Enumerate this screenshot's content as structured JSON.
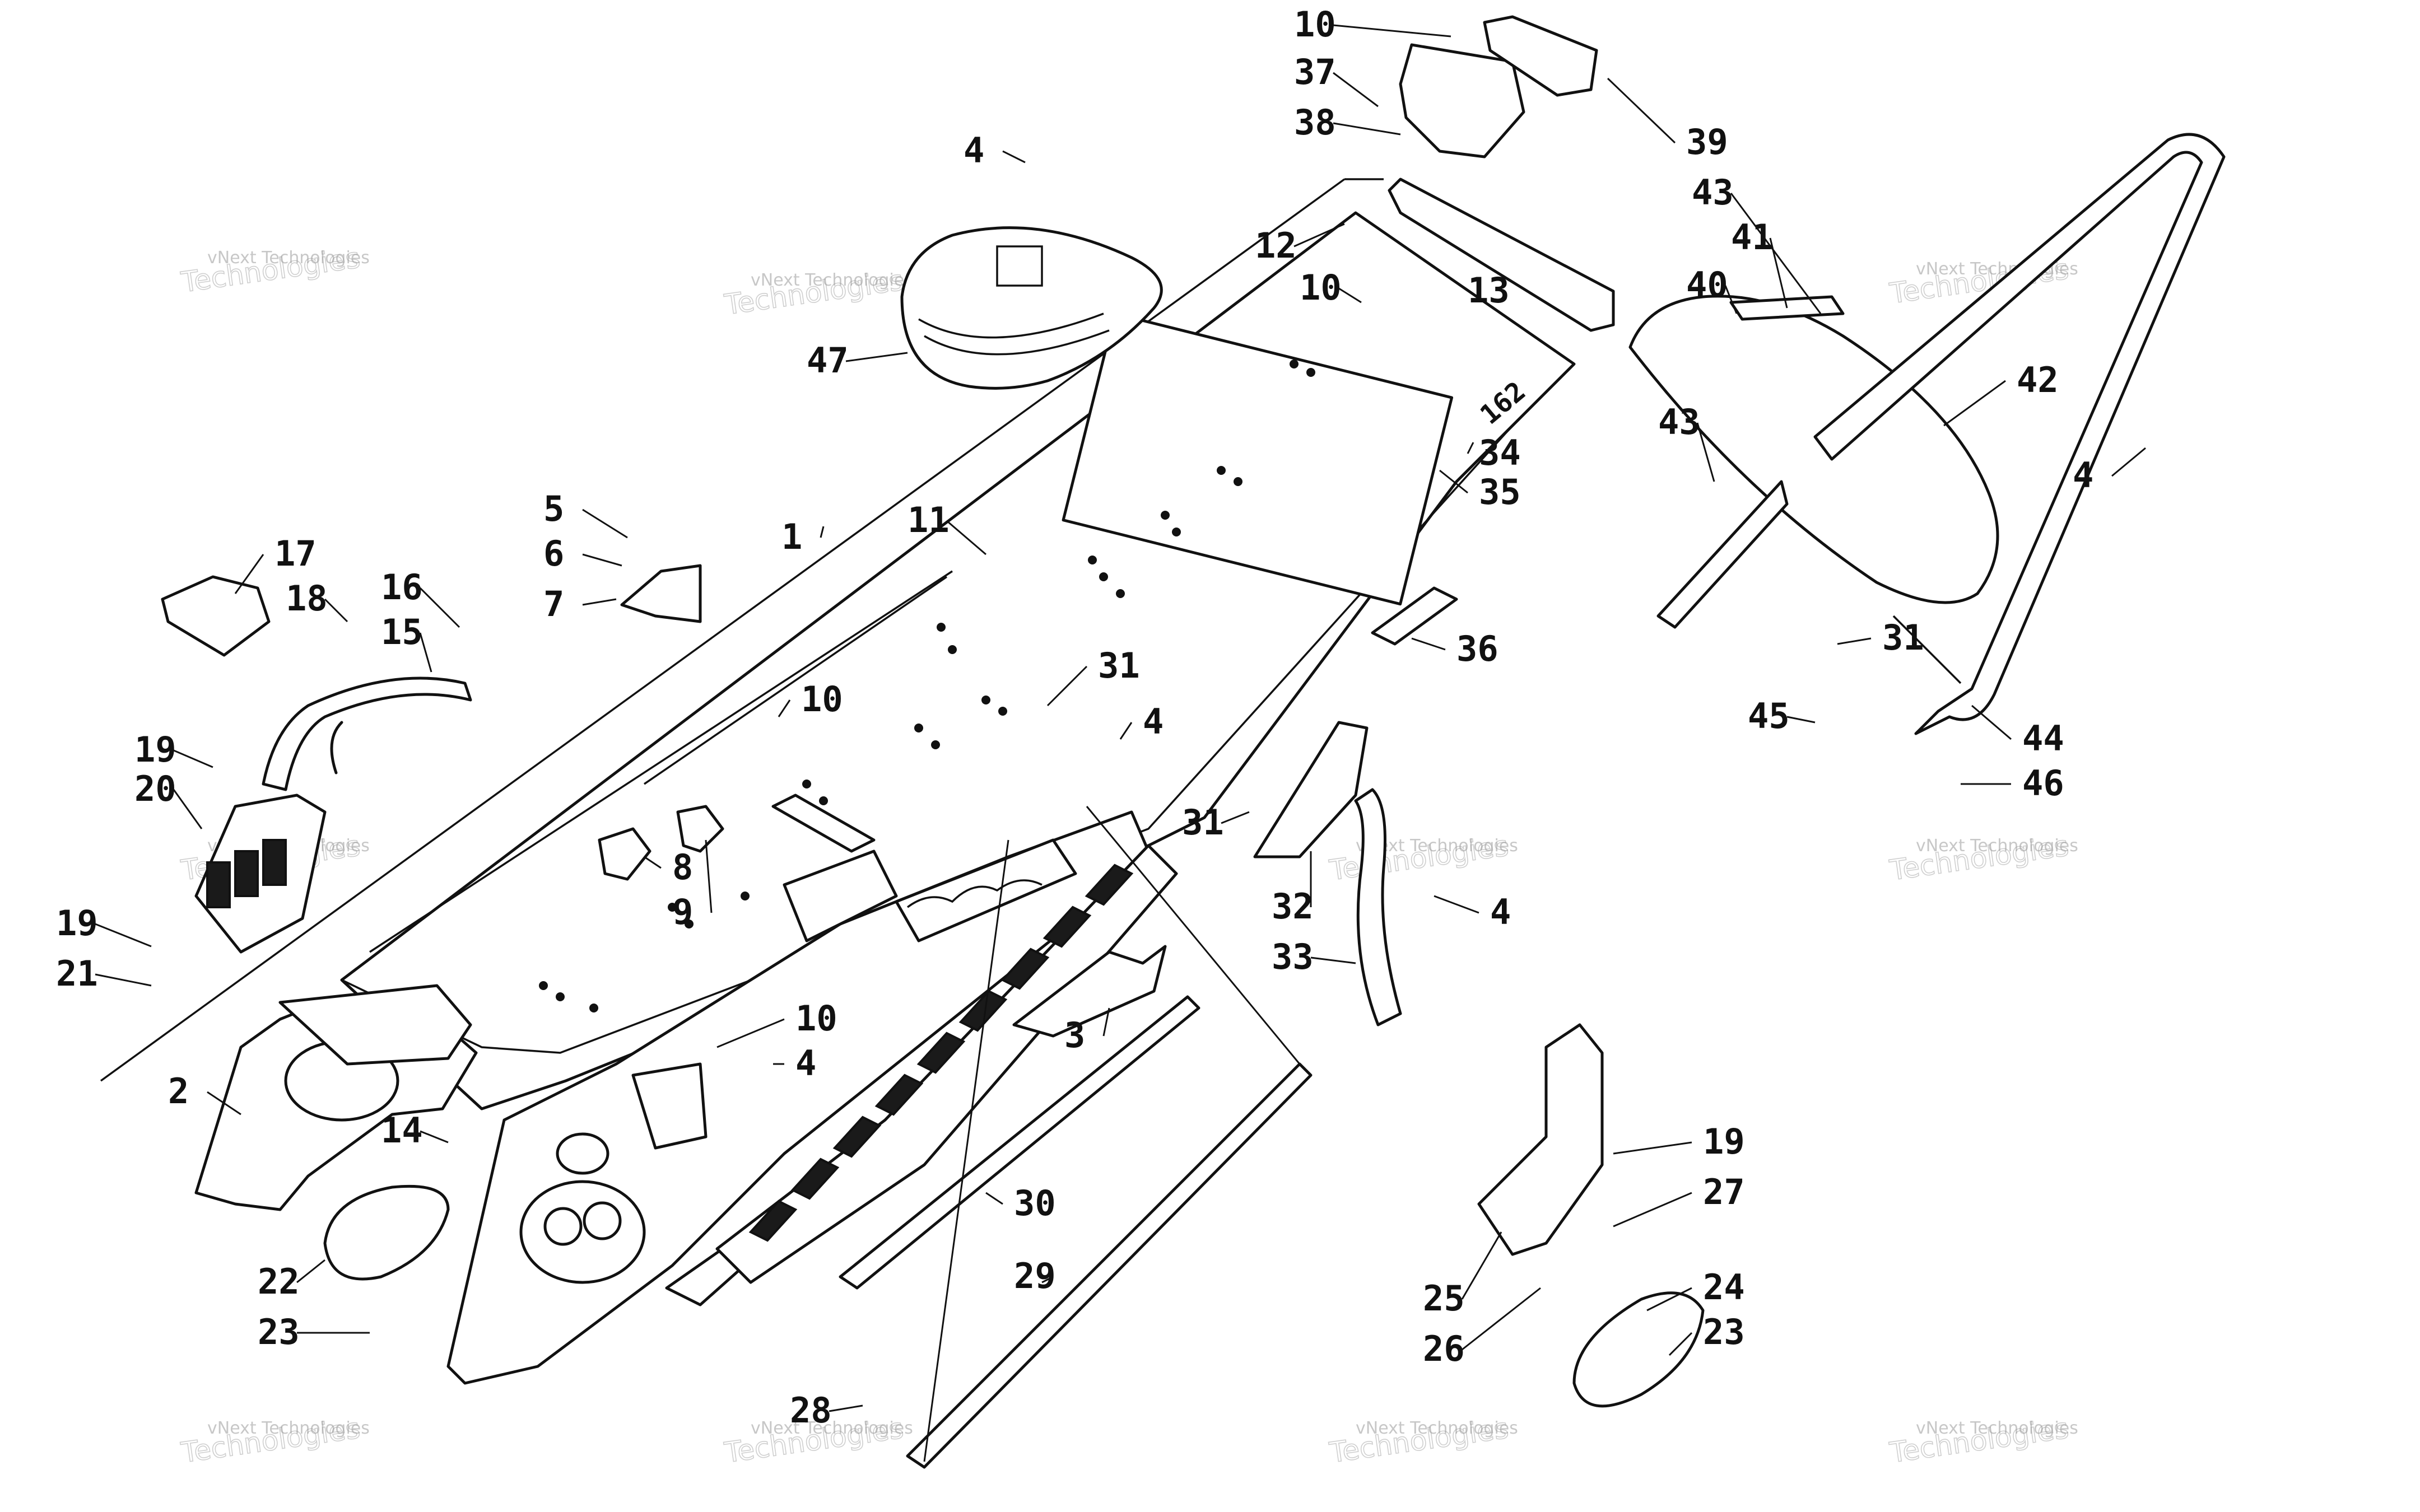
{
  "watermark": {
    "line1": "vNext Technologies",
    "line2": "Technologies"
  },
  "callouts": [
    {
      "id": "c1",
      "text": "1"
    },
    {
      "id": "c2",
      "text": "2"
    },
    {
      "id": "c3",
      "text": "3"
    },
    {
      "id": "c4a",
      "text": "4"
    },
    {
      "id": "c4b",
      "text": "4"
    },
    {
      "id": "c4c",
      "text": "4"
    },
    {
      "id": "c4d",
      "text": "4"
    },
    {
      "id": "c4e",
      "text": "4"
    },
    {
      "id": "c5",
      "text": "5"
    },
    {
      "id": "c6",
      "text": "6"
    },
    {
      "id": "c7",
      "text": "7"
    },
    {
      "id": "c8",
      "text": "8"
    },
    {
      "id": "c9",
      "text": "9"
    },
    {
      "id": "c10a",
      "text": "10"
    },
    {
      "id": "c10b",
      "text": "10"
    },
    {
      "id": "c10c",
      "text": "10"
    },
    {
      "id": "c10d",
      "text": "10"
    },
    {
      "id": "c11",
      "text": "11"
    },
    {
      "id": "c12",
      "text": "12"
    },
    {
      "id": "c13",
      "text": "13"
    },
    {
      "id": "c14",
      "text": "14"
    },
    {
      "id": "c15",
      "text": "15"
    },
    {
      "id": "c16",
      "text": "16"
    },
    {
      "id": "c17",
      "text": "17"
    },
    {
      "id": "c18",
      "text": "18"
    },
    {
      "id": "c19a",
      "text": "19"
    },
    {
      "id": "c19b",
      "text": "19"
    },
    {
      "id": "c19c",
      "text": "19"
    },
    {
      "id": "c20",
      "text": "20"
    },
    {
      "id": "c21",
      "text": "21"
    },
    {
      "id": "c22",
      "text": "22"
    },
    {
      "id": "c23a",
      "text": "23"
    },
    {
      "id": "c23b",
      "text": "23"
    },
    {
      "id": "c24",
      "text": "24"
    },
    {
      "id": "c25",
      "text": "25"
    },
    {
      "id": "c26",
      "text": "26"
    },
    {
      "id": "c27",
      "text": "27"
    },
    {
      "id": "c28",
      "text": "28"
    },
    {
      "id": "c29",
      "text": "29"
    },
    {
      "id": "c30",
      "text": "30"
    },
    {
      "id": "c31a",
      "text": "31"
    },
    {
      "id": "c31b",
      "text": "31"
    },
    {
      "id": "c31c",
      "text": "31"
    },
    {
      "id": "c32",
      "text": "32"
    },
    {
      "id": "c33",
      "text": "33"
    },
    {
      "id": "c34",
      "text": "34"
    },
    {
      "id": "c35",
      "text": "35"
    },
    {
      "id": "c36",
      "text": "36"
    },
    {
      "id": "c37",
      "text": "37"
    },
    {
      "id": "c38",
      "text": "38"
    },
    {
      "id": "c39",
      "text": "39"
    },
    {
      "id": "c40",
      "text": "40"
    },
    {
      "id": "c41",
      "text": "41"
    },
    {
      "id": "c42",
      "text": "42"
    },
    {
      "id": "c43a",
      "text": "43"
    },
    {
      "id": "c43b",
      "text": "43"
    },
    {
      "id": "c44",
      "text": "44"
    },
    {
      "id": "c45",
      "text": "45"
    },
    {
      "id": "c46",
      "text": "46"
    },
    {
      "id": "c47",
      "text": "47"
    }
  ],
  "decal_text": "162"
}
